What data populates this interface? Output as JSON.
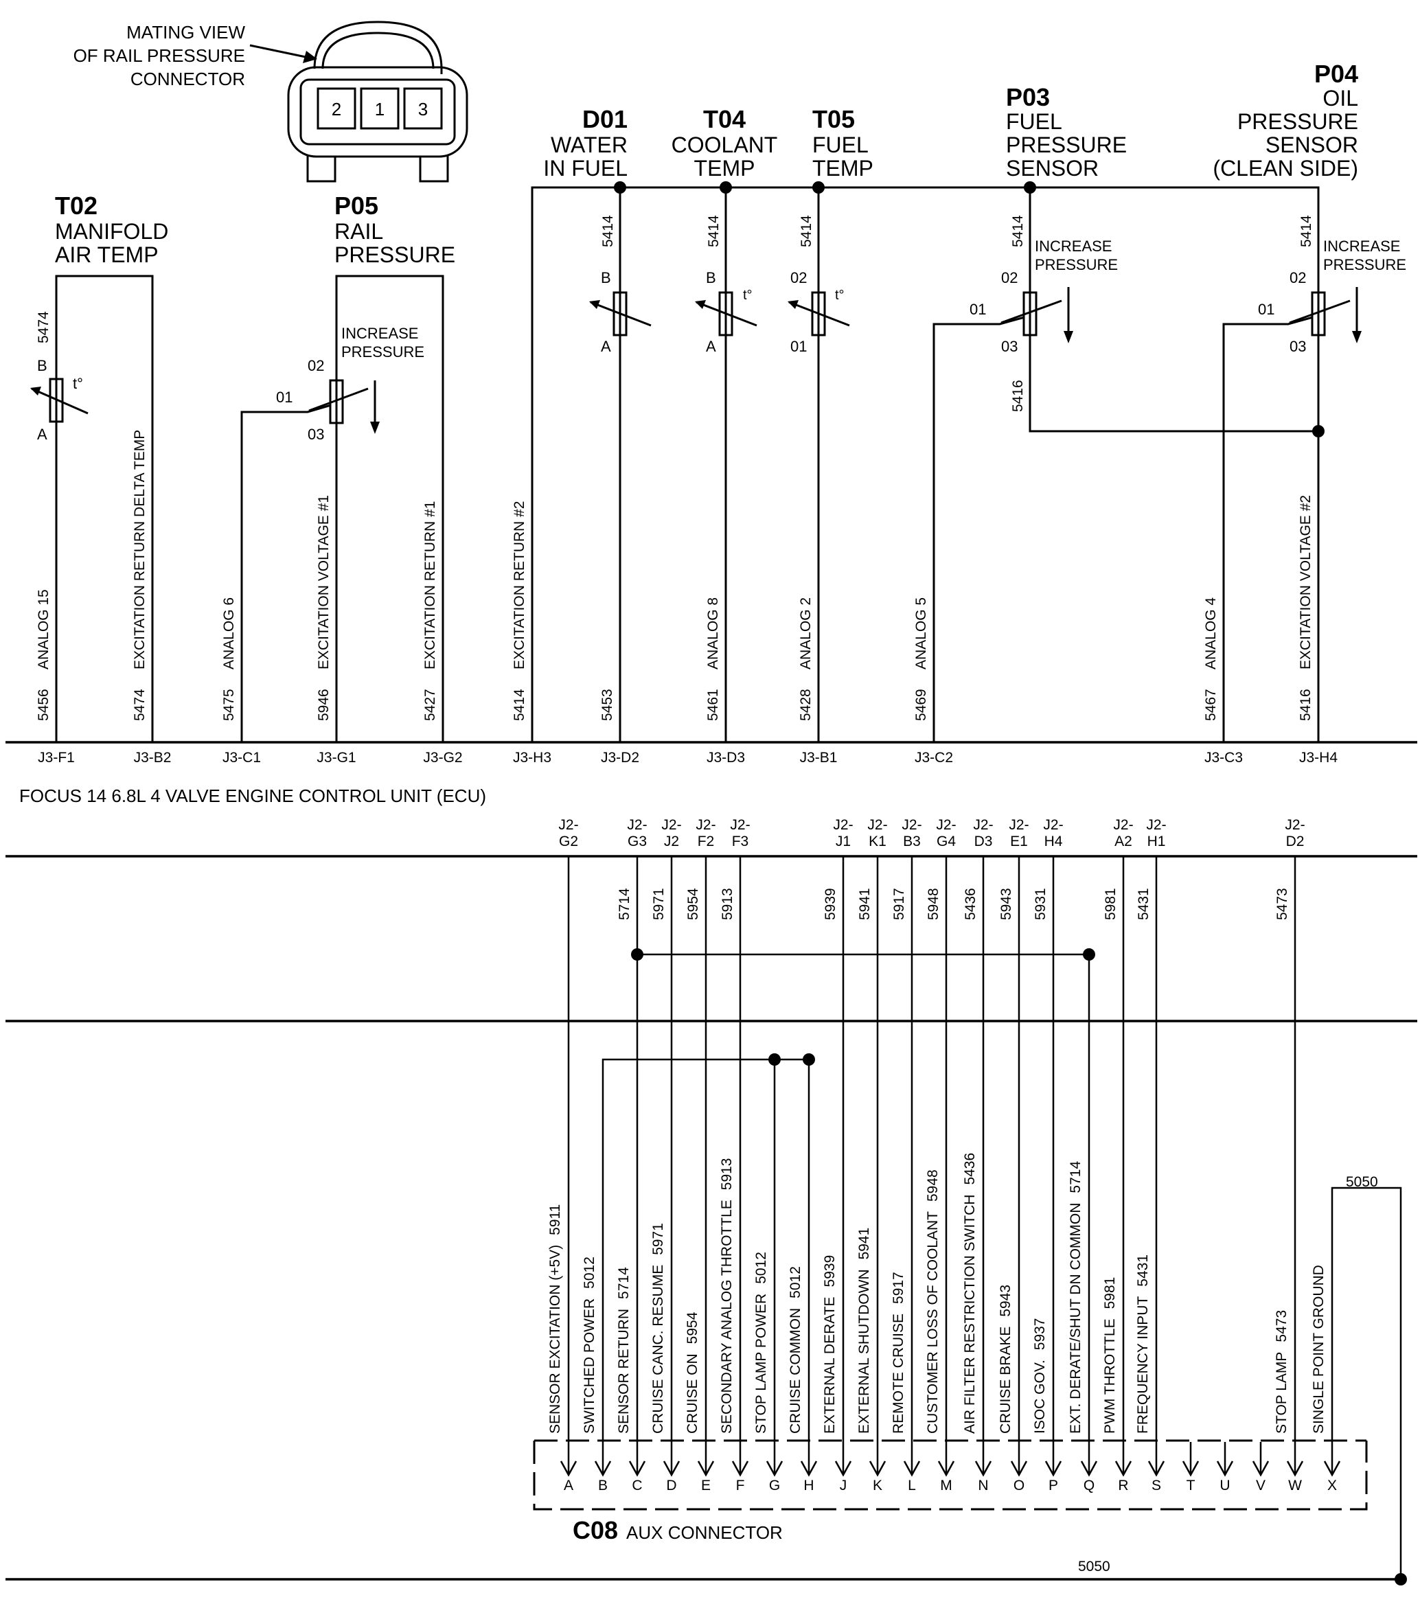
{
  "mating_view": {
    "label_lines": [
      "MATING VIEW",
      "OF RAIL PRESSURE",
      "CONNECTOR"
    ],
    "pins": [
      "2",
      "1",
      "3"
    ]
  },
  "sensors": [
    {
      "id": "T02",
      "name_lines": [
        "MANIFOLD",
        "AIR TEMP"
      ]
    },
    {
      "id": "P05",
      "name_lines": [
        "RAIL",
        "PRESSURE"
      ]
    },
    {
      "id": "D01",
      "name_lines": [
        "WATER",
        "IN FUEL"
      ]
    },
    {
      "id": "T04",
      "name_lines": [
        "COOLANT",
        "TEMP"
      ]
    },
    {
      "id": "T05",
      "name_lines": [
        "FUEL",
        "TEMP"
      ]
    },
    {
      "id": "P03",
      "name_lines": [
        "FUEL",
        "PRESSURE",
        "SENSOR"
      ]
    },
    {
      "id": "P04",
      "name_lines": [
        "OIL",
        "PRESSURE",
        "SENSOR",
        "(CLEAN SIDE)"
      ]
    }
  ],
  "sensor_pin_labels": {
    "T02": [
      "B",
      "A"
    ],
    "D01": [
      "B",
      "A"
    ],
    "T04": [
      "B",
      "A"
    ],
    "T05": [
      "02",
      "01"
    ],
    "P05": [
      "02",
      "01",
      "03"
    ],
    "P03": [
      "02",
      "01",
      "03"
    ],
    "P04": [
      "02",
      "01",
      "03"
    ],
    "temp_symbol": "t°",
    "increase_pressure_lines": [
      "INCREASE",
      "PRESSURE"
    ]
  },
  "upper_wire_nums": {
    "t02_top": "5474",
    "sensor_bus": [
      "5414",
      "5414",
      "5414",
      "5414",
      "5414"
    ],
    "p03_lower": "5416"
  },
  "j3_circuits": [
    {
      "wire": "5456",
      "signal": "ANALOG 15",
      "pin": "J3-F1"
    },
    {
      "wire": "5474",
      "signal": "EXCITATION RETURN DELTA TEMP",
      "pin": "J3-B2"
    },
    {
      "wire": "5475",
      "signal": "ANALOG 6",
      "pin": "J3-C1"
    },
    {
      "wire": "5946",
      "signal": "EXCITATION VOLTAGE #1",
      "pin": "J3-G1"
    },
    {
      "wire": "5427",
      "signal": "EXCITATION RETURN #1",
      "pin": "J3-G2"
    },
    {
      "wire": "5414",
      "signal": "EXCITATION RETURN #2",
      "pin": "J3-H3"
    },
    {
      "wire": "5453",
      "signal": "",
      "pin": "J3-D2"
    },
    {
      "wire": "5461",
      "signal": "ANALOG 8",
      "pin": "J3-D3"
    },
    {
      "wire": "5428",
      "signal": "ANALOG 2",
      "pin": "J3-B1"
    },
    {
      "wire": "5469",
      "signal": "ANALOG 5",
      "pin": "J3-C2"
    },
    {
      "wire": "5467",
      "signal": "ANALOG 4",
      "pin": "J3-C3"
    },
    {
      "wire": "5416",
      "signal": "EXCITATION VOLTAGE #2",
      "pin": "J3-H4"
    }
  ],
  "ecu_title": "FOCUS 14 6.8L 4 VALVE ENGINE CONTROL UNIT (ECU)",
  "j2_pins": [
    [
      "J2-",
      "G2"
    ],
    [
      "J2-",
      "G3"
    ],
    [
      "J2-",
      "J2"
    ],
    [
      "J2-",
      "F2"
    ],
    [
      "J2-",
      "F3"
    ],
    [
      "J2-",
      "J1"
    ],
    [
      "J2-",
      "K1"
    ],
    [
      "J2-",
      "B3"
    ],
    [
      "J2-",
      "G4"
    ],
    [
      "J2-",
      "D3"
    ],
    [
      "J2-",
      "E1"
    ],
    [
      "J2-",
      "H4"
    ],
    [
      "J2-",
      "A2"
    ],
    [
      "J2-",
      "H1"
    ],
    [
      "J2-",
      "D2"
    ]
  ],
  "j2_wire_nums": [
    "5714",
    "5971",
    "5954",
    "5913",
    "5939",
    "5941",
    "5917",
    "5948",
    "5436",
    "5943",
    "5931",
    "5981",
    "5431",
    "5473"
  ],
  "aux_circuits": [
    {
      "label": "SENSOR EXCITATION (+5V)",
      "wire": "5911"
    },
    {
      "label": "SWITCHED POWER",
      "wire": "5012"
    },
    {
      "label": "SENSOR RETURN",
      "wire": "5714"
    },
    {
      "label": "CRUISE CANC. RESUME",
      "wire": "5971"
    },
    {
      "label": "CRUISE ON",
      "wire": "5954"
    },
    {
      "label": "SECONDARY ANALOG THROTTLE",
      "wire": "5913"
    },
    {
      "label": "STOP LAMP POWER",
      "wire": "5012"
    },
    {
      "label": "CRUISE COMMON",
      "wire": "5012"
    },
    {
      "label": "EXTERNAL DERATE",
      "wire": "5939"
    },
    {
      "label": "EXTERNAL SHUTDOWN",
      "wire": "5941"
    },
    {
      "label": "REMOTE CRUISE",
      "wire": "5917"
    },
    {
      "label": "CUSTOMER LOSS OF COOLANT",
      "wire": "5948"
    },
    {
      "label": "AIR FILTER RESTRICTION SWITCH",
      "wire": "5436"
    },
    {
      "label": "CRUISE BRAKE",
      "wire": "5943"
    },
    {
      "label": "ISOC GOV.",
      "wire": "5937"
    },
    {
      "label": "EXT. DERATE/SHUT DN COMMON",
      "wire": "5714"
    },
    {
      "label": "PWM THROTTLE",
      "wire": "5981"
    },
    {
      "label": "FREQUENCY INPUT",
      "wire": "5431"
    },
    {
      "label": "STOP LAMP",
      "wire": "5473"
    },
    {
      "label": "SINGLE POINT GROUND",
      "wire": ""
    }
  ],
  "aux_pin_letters": [
    "A",
    "B",
    "C",
    "D",
    "E",
    "F",
    "G",
    "H",
    "J",
    "K",
    "L",
    "M",
    "N",
    "O",
    "P",
    "Q",
    "R",
    "S",
    "T",
    "U",
    "V",
    "W",
    "X"
  ],
  "aux_connector": {
    "id": "C08",
    "name": "AUX CONNECTOR"
  },
  "ground_wire_nums": [
    "5050",
    "5050"
  ]
}
